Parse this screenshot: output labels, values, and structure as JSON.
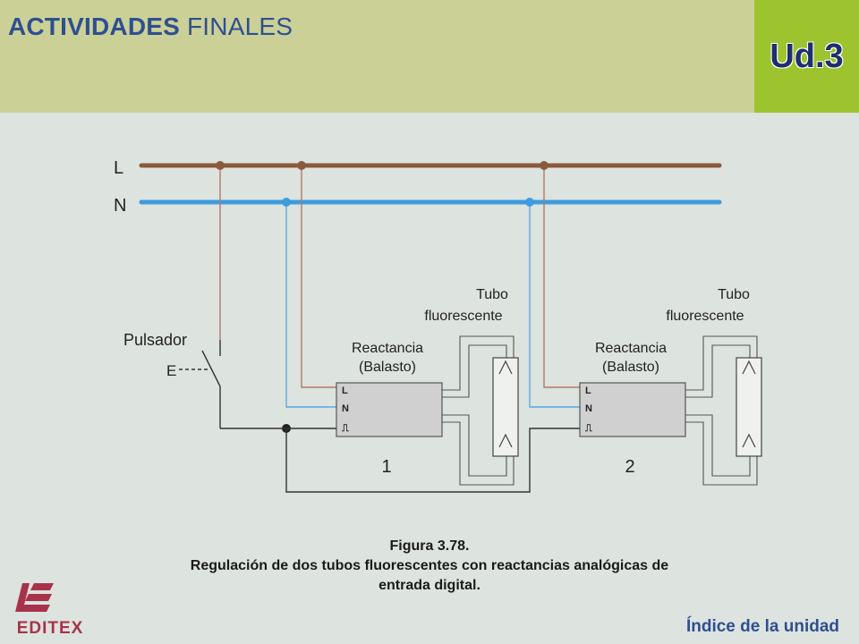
{
  "header": {
    "title_bold": "ACTIVIDADES",
    "title_normal": "FINALES",
    "unit": "Ud.3"
  },
  "diagram": {
    "line_L": "L",
    "line_N": "N",
    "pulsador": "Pulsador",
    "pulsador_e": "E",
    "tube1": [
      "Tubo",
      "fluorescente"
    ],
    "tube2": [
      "Tubo",
      "fluorescente"
    ],
    "ballast1": [
      "Reactancia",
      "(Balasto)"
    ],
    "ballast2": [
      "Reactancia",
      "(Balasto)"
    ],
    "terminals": [
      "L",
      "N",
      "⎍"
    ],
    "number1": "1",
    "number2": "2"
  },
  "caption": {
    "line1": "Figura 3.78.",
    "line2": "Regulación de dos tubos fluorescentes con reactancias analógicas de",
    "line3": "entrada digital."
  },
  "footer": {
    "logo_text": "EDITEX",
    "index_link": "Índice de la unidad"
  },
  "colors": {
    "phase": "#8b5a3c",
    "neutral": "#3d9be0",
    "header_bg": "#cbd096",
    "unit_bg": "#9dc42f",
    "title": "#2e4f92"
  }
}
